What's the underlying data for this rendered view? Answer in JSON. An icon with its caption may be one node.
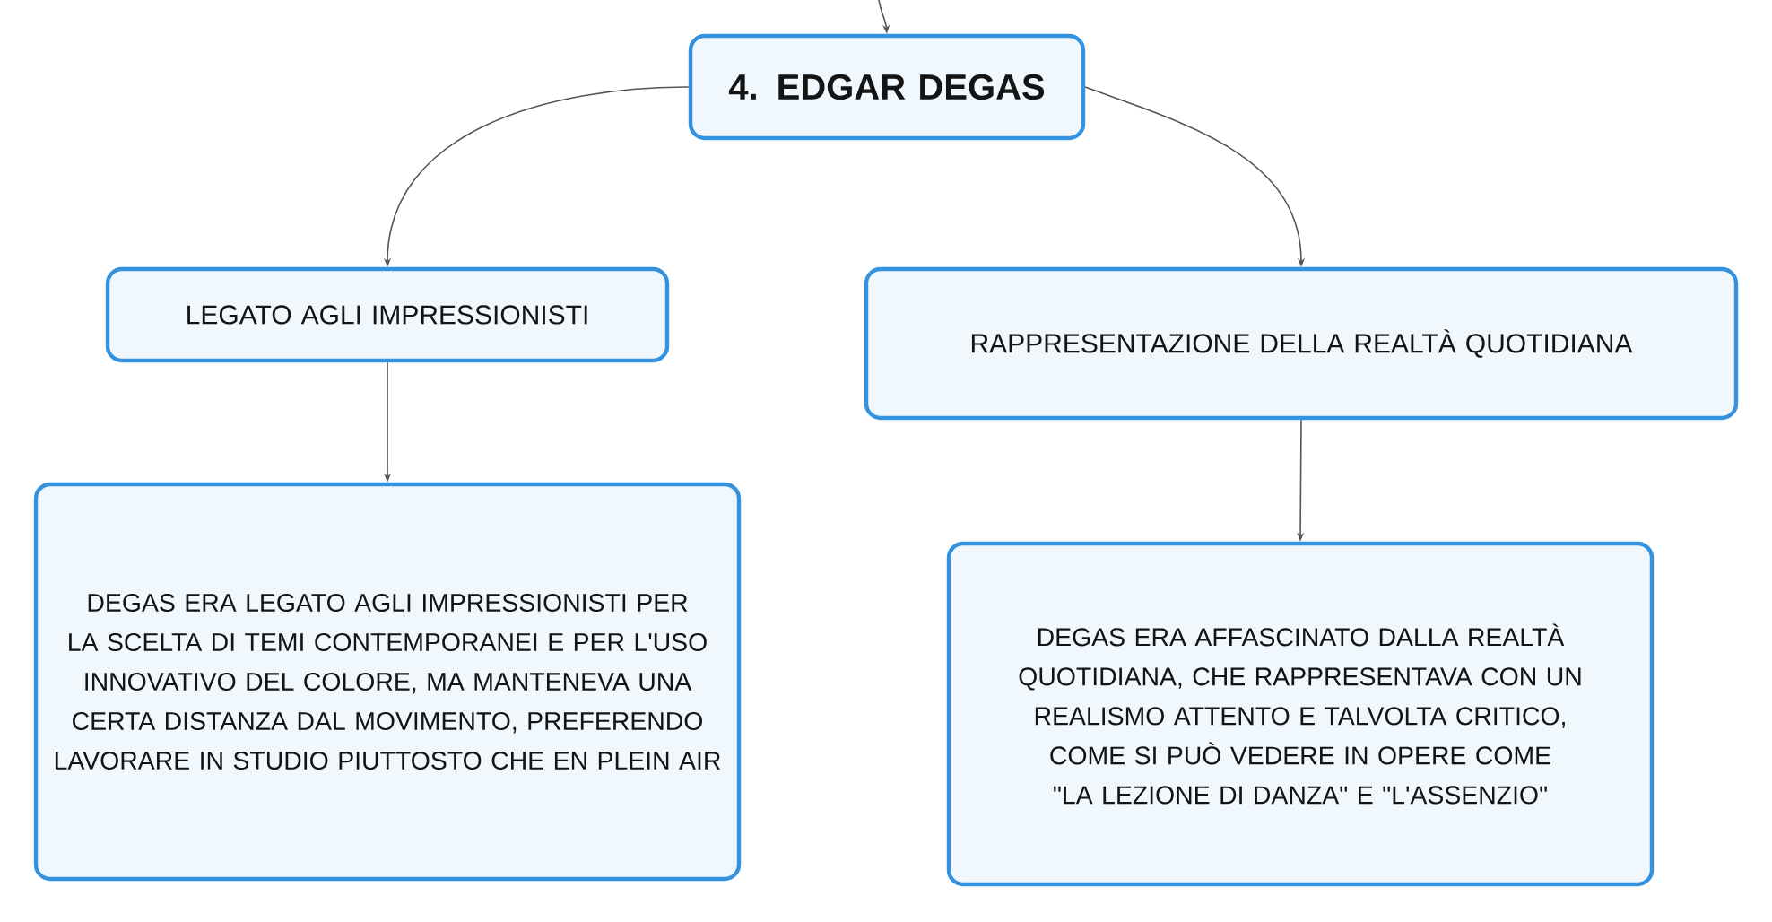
{
  "diagram": {
    "nodes": [
      {
        "text": [
          "4. EDGAR DEGAS"
        ]
      },
      {
        "text": [
          "LEGATO AGLI IMPRESSIONISTI"
        ]
      },
      {
        "text": [
          "RAPPRESENTAZIONE DELLA REALTÀ QUOTIDIANA"
        ]
      },
      {
        "text": [
          "DEGAS ERA LEGATO AGLI IMPRESSIONISTI PER LA SCELTA DI TEMI CONTEMPORANEI E PER L'USO INNOVATIVO DEL COLORE, MA MANTENEVA UNA CERTA DISTANZA DAL MOVIMENTO, PREFERENDO LAVORARE IN STUDIO PIUTTOSTO CHE EN PLEIN AIR"
        ]
      },
      {
        "text": [
          "DEGAS ERA AFFASCINATO DALLA REALTÀ QUOTIDIANA, CHE RAPPRESENTAVA CON UN REALISMO ATTENTO E TALVOLTA CRITICO, COME SI PUÒ VEDERE IN OPERE COME \"LA LEZIONE DI DANZA\" E \"L'ASSENZIO\""
        ]
      }
    ],
    "edges": [
      {
        "from": null,
        "to": 0,
        "arrow": "to"
      },
      {
        "from": 0,
        "to": 1,
        "arrow": "to"
      },
      {
        "from": 0,
        "to": 2,
        "arrow": "to"
      },
      {
        "from": 1,
        "to": 3,
        "arrow": "to"
      },
      {
        "from": 2,
        "to": 4,
        "arrow": "to"
      }
    ]
  }
}
